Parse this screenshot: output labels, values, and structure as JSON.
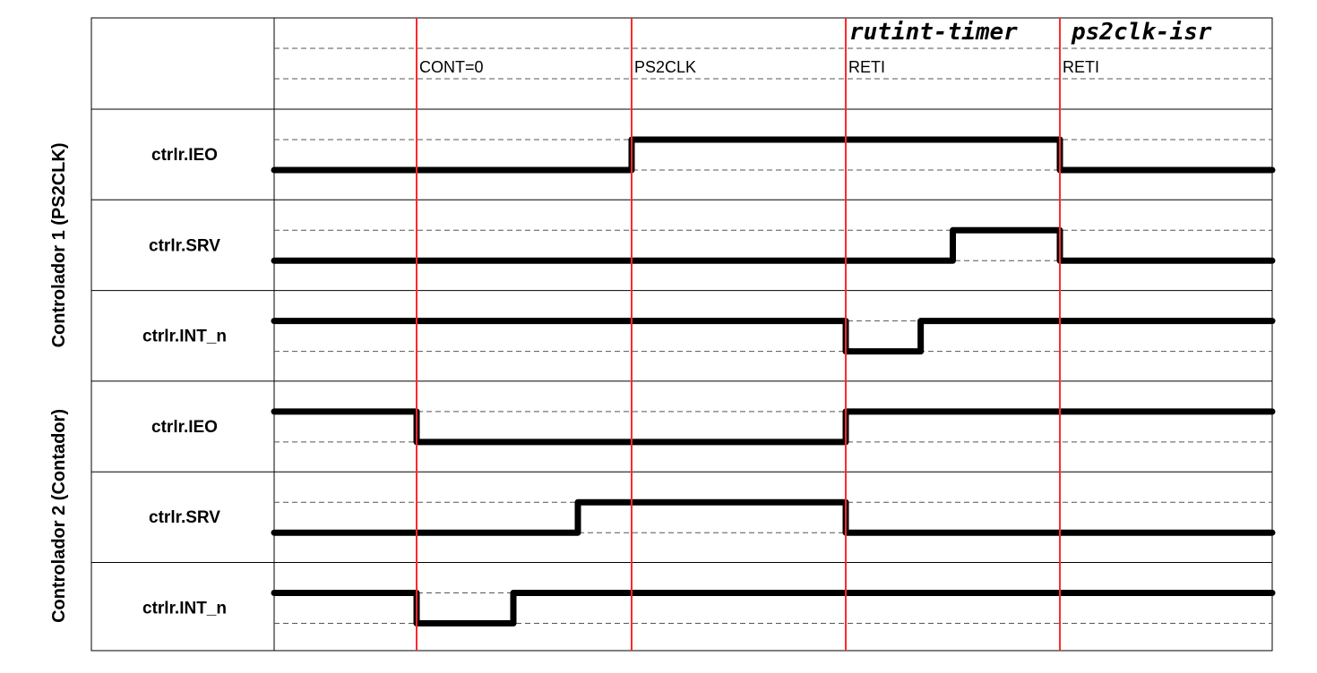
{
  "group_labels": {
    "controller1": "Controlador 1 (PS2CLK)",
    "controller2": "Controlador 2 (Contador)"
  },
  "handwritten": {
    "isr1": "rutint-timer",
    "isr2": "ps2clk-isr"
  },
  "events": [
    {
      "label": "CONT=0",
      "time": 1
    },
    {
      "label": "PS2CLK",
      "time": 2
    },
    {
      "label": "RETI",
      "time": 3
    },
    {
      "label": "RETI",
      "time": 4
    }
  ],
  "time_range": [
    0,
    4.8
  ],
  "signals": [
    {
      "label": "ctrlr.IEO",
      "group": 1,
      "steps": [
        [
          0,
          0
        ],
        [
          2,
          1
        ],
        [
          4,
          0
        ]
      ]
    },
    {
      "label": "ctrlr.SRV",
      "group": 1,
      "steps": [
        [
          0,
          0
        ],
        [
          3.5,
          1
        ],
        [
          4,
          0
        ]
      ]
    },
    {
      "label": "ctrlr.INT_n",
      "group": 1,
      "steps": [
        [
          0,
          1
        ],
        [
          3,
          0
        ],
        [
          3.35,
          1
        ]
      ]
    },
    {
      "label": "ctrlr.IEO",
      "group": 2,
      "steps": [
        [
          0,
          1
        ],
        [
          1,
          0
        ],
        [
          3,
          1
        ]
      ]
    },
    {
      "label": "ctrlr.SRV",
      "group": 2,
      "steps": [
        [
          0,
          0
        ],
        [
          1.75,
          1
        ],
        [
          3,
          0
        ]
      ]
    },
    {
      "label": "ctrlr.INT_n",
      "group": 2,
      "steps": [
        [
          0,
          1
        ],
        [
          1,
          0
        ],
        [
          1.45,
          1
        ]
      ]
    }
  ],
  "colors": {
    "grid": "#000000",
    "dashed": "#555555",
    "marker": "#ff2a2a",
    "waveform": "#000000"
  }
}
